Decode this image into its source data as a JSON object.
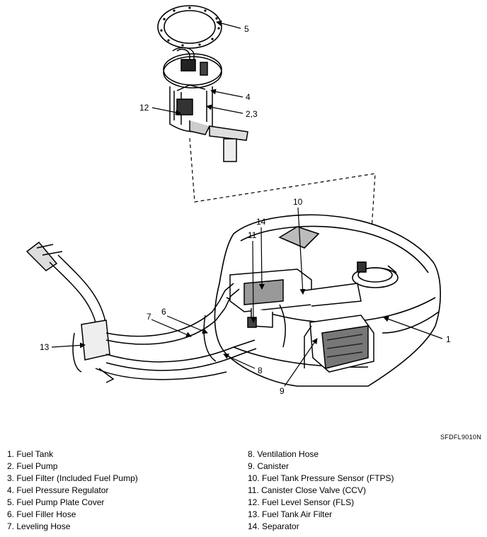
{
  "callouts": {
    "c5": "5",
    "c4": "4",
    "c12": "12",
    "c23": "2,3",
    "c10": "10",
    "c14": "14",
    "c11": "11",
    "c7": "7",
    "c6": "6",
    "c13": "13",
    "c8": "8",
    "c9": "9",
    "c1": "1"
  },
  "figure_code": "SFDFL9010N",
  "legend_left": [
    "1. Fuel Tank",
    "2. Fuel Pump",
    "3. Fuel Filter (Included Fuel Pump)",
    "4. Fuel Pressure Regulator",
    "5. Fuel Pump Plate Cover",
    "6. Fuel Filler Hose",
    "7. Leveling Hose"
  ],
  "legend_right": [
    "8. Ventilation Hose",
    "9. Canister",
    "10. Fuel Tank Pressure Sensor (FTPS)",
    "11. Canister Close Valve (CCV)",
    "12. Fuel Level Sensor (FLS)",
    "13. Fuel Tank Air Filter",
    "14. Separator"
  ]
}
